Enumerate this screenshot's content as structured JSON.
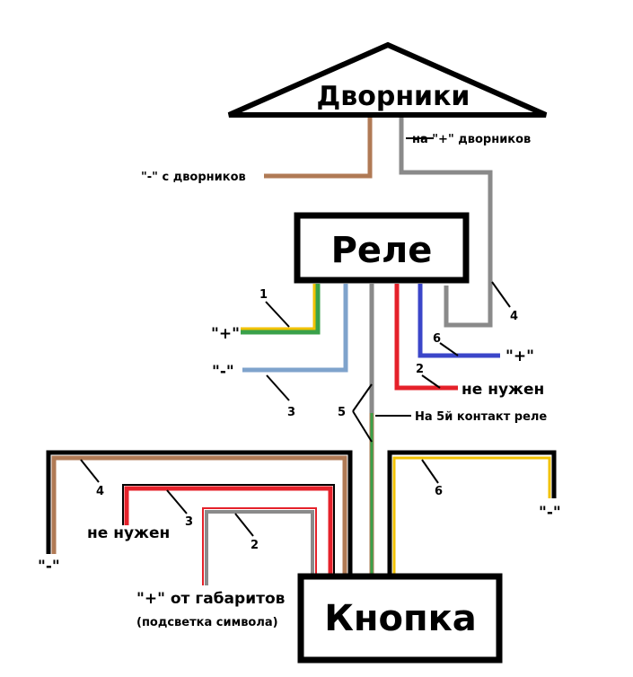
{
  "blocks": {
    "wipers": "Дворники",
    "relay": "Реле",
    "button": "Кнопка"
  },
  "labels": {
    "wiper_minus": "\"-\" с дворников",
    "wiper_plus": "на \"+\" дворников",
    "relay_plus_left": "\"+\"",
    "relay_minus_left": "\"-\"",
    "relay_plus_right": "\"+\"",
    "relay_not_needed": "не нужен",
    "relay_pin5": "На 5й контакт реле",
    "button_not_needed": "не нужен",
    "button_minus_left": "\"-\"",
    "button_minus_right": "\"-\"",
    "button_plus_lights": "\"+\" от габаритов",
    "button_backlight": "(подсветка символа)"
  },
  "pins": {
    "relay_1": "1",
    "relay_2": "2",
    "relay_3": "3",
    "relay_4": "4",
    "relay_5": "5",
    "relay_6": "6",
    "button_2": "2",
    "button_3": "3",
    "button_4": "4",
    "button_6": "6"
  },
  "colors": {
    "brown": "#b07a55",
    "gray": "#8a8a8a",
    "yellow": "#f2c200",
    "green": "#3aa14a",
    "light_blue": "#7fa3cc",
    "blue": "#3b46c9",
    "red": "#e5212a",
    "black": "#000000"
  }
}
